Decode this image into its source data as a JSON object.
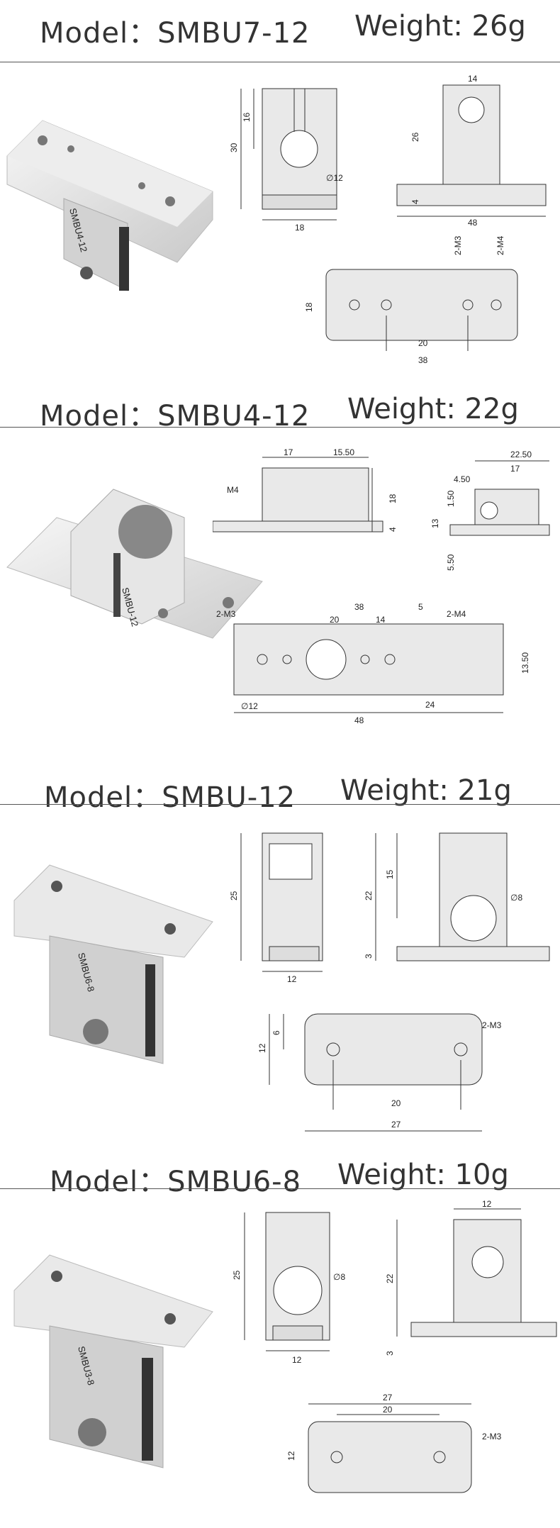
{
  "sections": [
    {
      "model_label": "Model：SMBU7-12",
      "weight_label": "Weight: 26g",
      "part_mark": "SMBU4-12",
      "front": {
        "h_total": "30",
        "h_center": "16",
        "w": "18",
        "dia": "∅12"
      },
      "side": {
        "h_top": "26",
        "h_base": "4",
        "w_base": "48",
        "w_top": "14"
      },
      "top": {
        "h": "18",
        "hole_a": "2-M3",
        "hole_b": "2-M4",
        "spacing_inner": "20",
        "spacing_outer": "38"
      }
    },
    {
      "model_label": "Model：SMBU4-12",
      "weight_label": "Weight: 22g",
      "part_mark": "SMBU-12",
      "side": {
        "thread": "M4",
        "w_a": "17",
        "w_b": "15.50",
        "h_top": "18",
        "h_base": "4"
      },
      "end": {
        "w_total": "22.50",
        "w_inner": "17",
        "offset": "4.50",
        "gap": "1.50",
        "h": "13",
        "h_base": "5.50"
      },
      "top": {
        "w_total": "38",
        "w_edge": "5",
        "w_inner": "20",
        "w_hole": "14",
        "hole_a": "2-M3",
        "hole_b": "2-M4",
        "h": "13.50",
        "dia": "∅12",
        "w_half": "24",
        "w_outer": "48"
      }
    },
    {
      "model_label": "Model：SMBU-12",
      "weight_label": "Weight: 21g",
      "part_mark": "SMBU6-8",
      "front": {
        "h": "25",
        "w": "12"
      },
      "side": {
        "h_total": "22",
        "h_center": "15",
        "h_base": "3",
        "dia": "∅8"
      },
      "top": {
        "h_total": "12",
        "h_half": "6",
        "hole": "2-M3",
        "spacing_inner": "20",
        "spacing_outer": "27"
      }
    },
    {
      "model_label": "Model：SMBU6-8",
      "weight_label": "Weight: 10g",
      "part_mark": "SMBU3-8",
      "front": {
        "h": "25",
        "w": "12",
        "dia": "∅8"
      },
      "side": {
        "h": "22",
        "h_base": "3",
        "w_top": "12"
      },
      "top": {
        "w_outer": "27",
        "spacing_inner": "20",
        "hole": "2-M3",
        "h": "12"
      }
    }
  ]
}
